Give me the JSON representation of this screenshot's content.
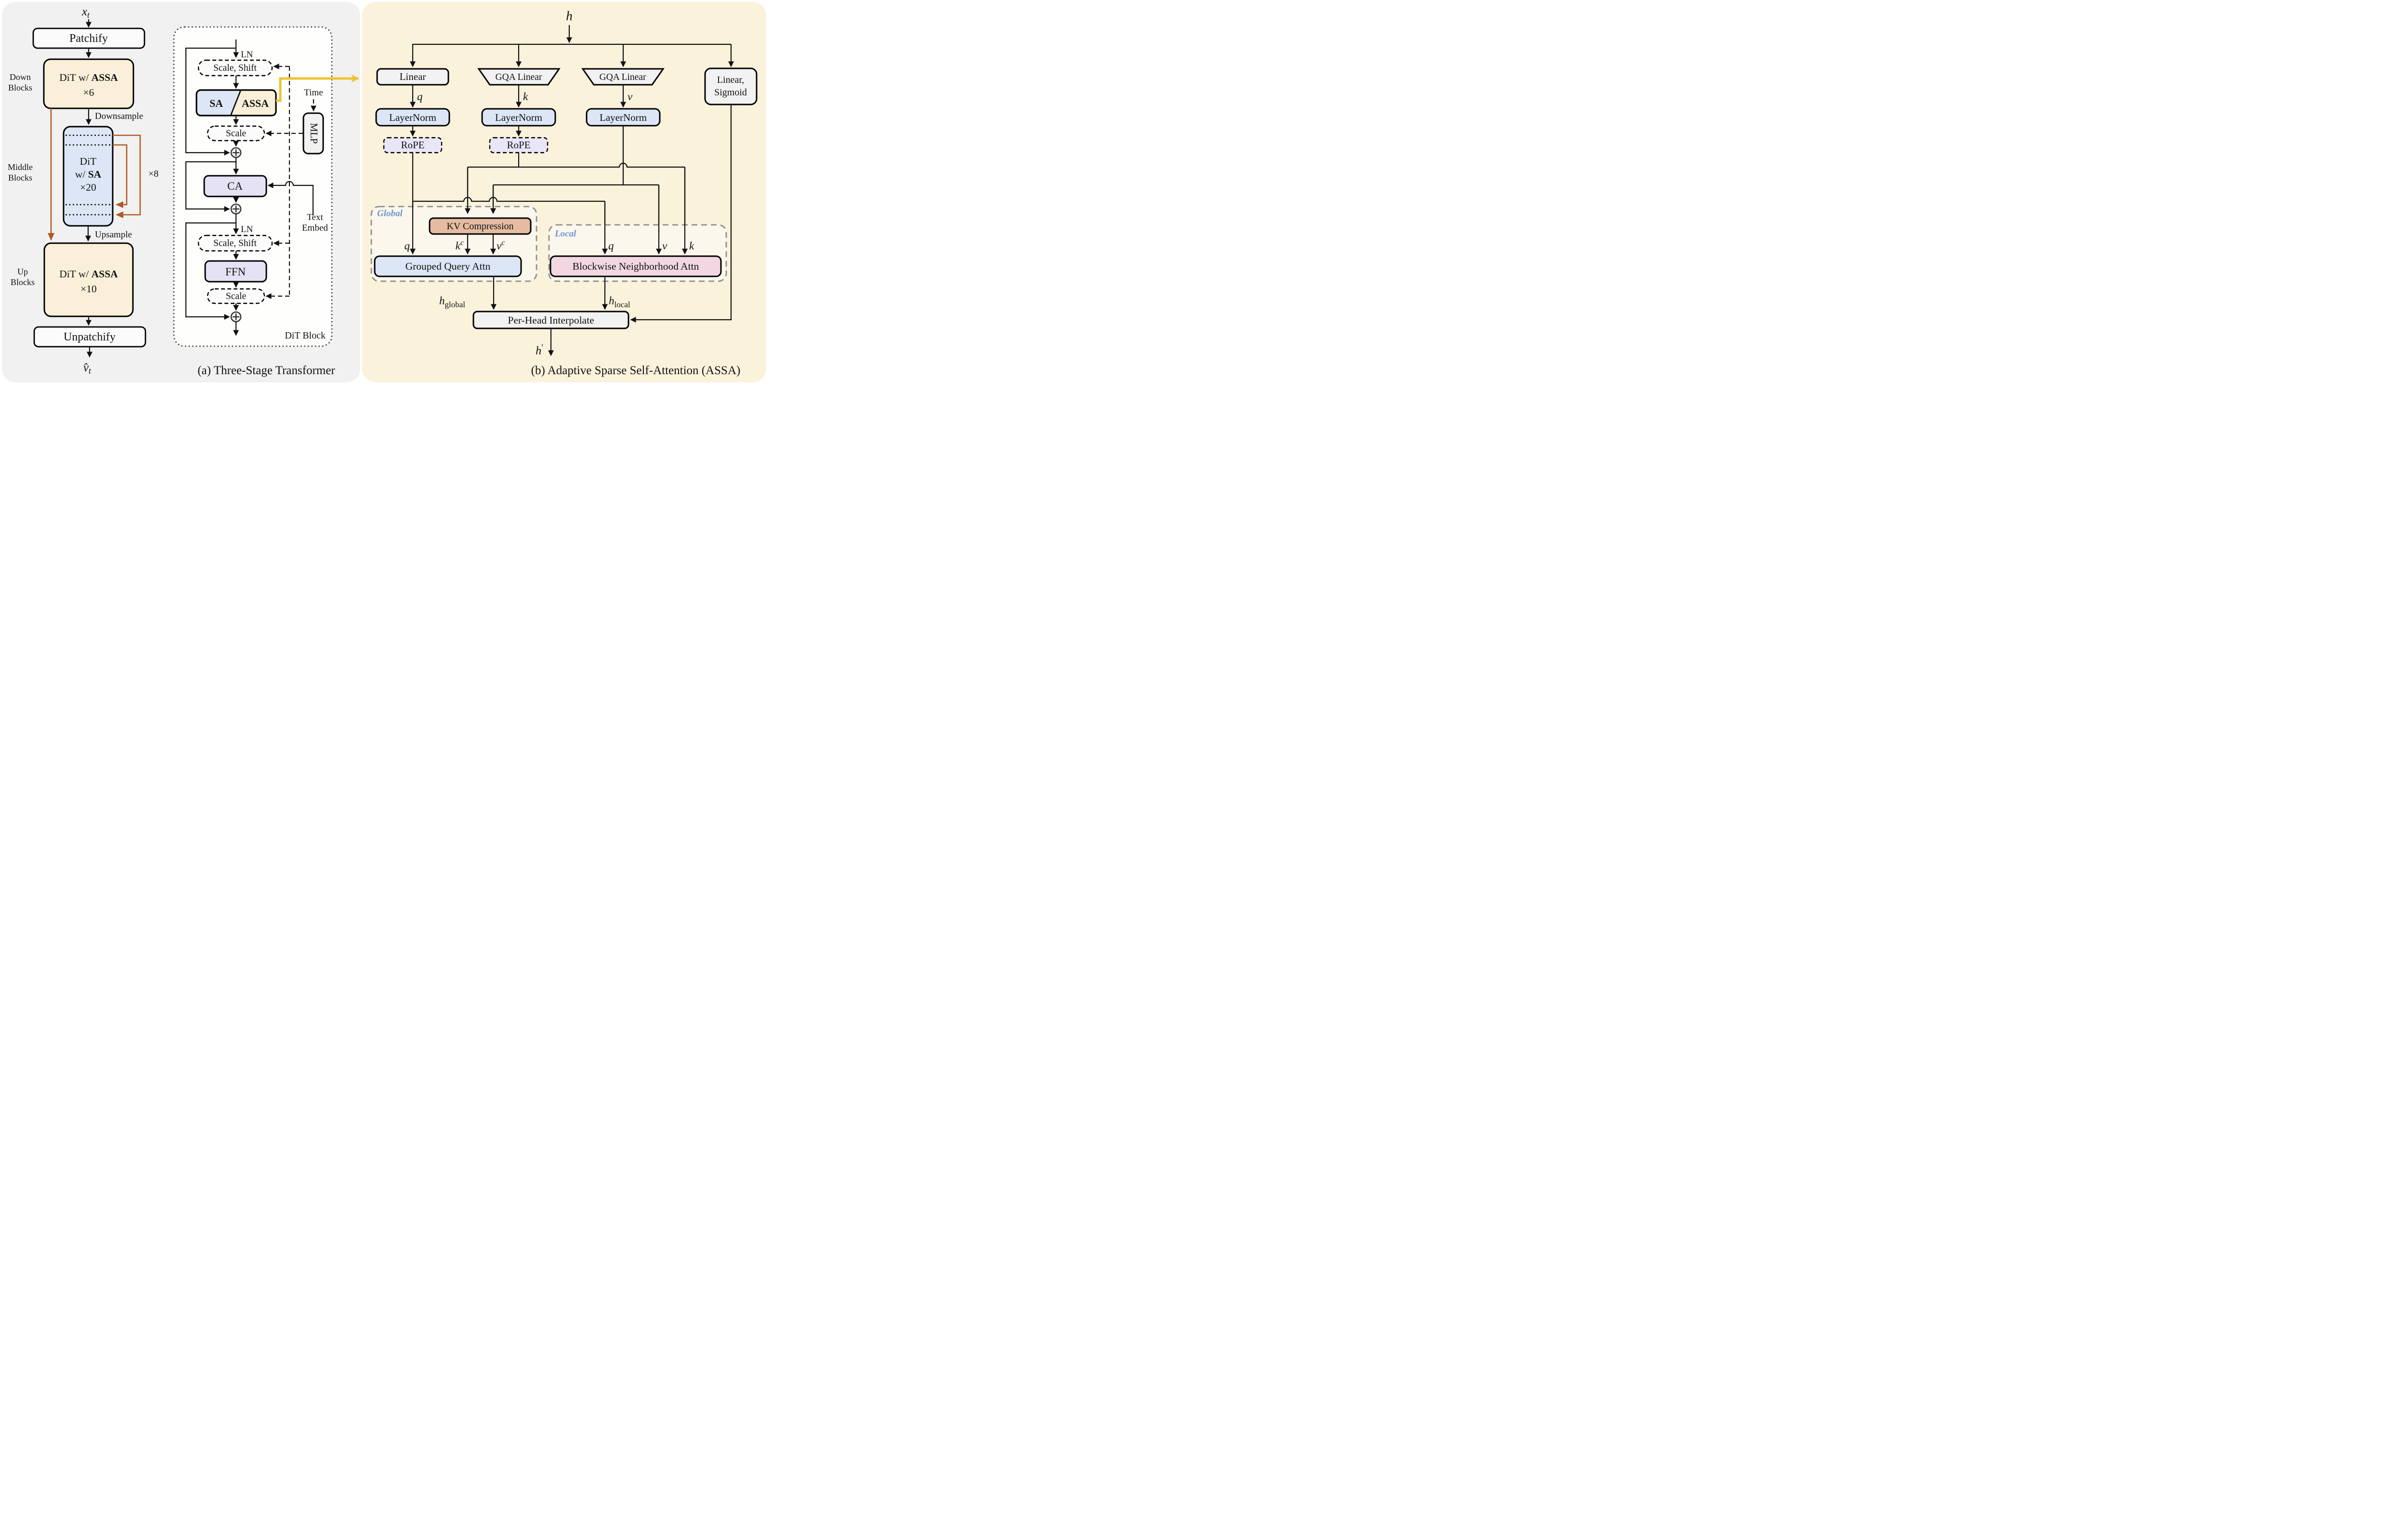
{
  "colors": {
    "panel_a_bg": "#F1F1F1",
    "panel_b_bg": "#FBF2DC",
    "cream_box": "#FAEFD9",
    "blue_box": "#DCE6F6",
    "lavender_box": "#E6E2F5",
    "rope_box": "#E9E6F8",
    "gray_box": "#F2F2F2",
    "white_box": "#FBFBFB",
    "tan_box": "#E5BCA2",
    "pink_box": "#F2D7E3",
    "inner_panel_bg": "#FBF7EC",
    "dit_inner_bg": "#FEFEFD",
    "dashed_gray": "#8F8F8F",
    "brown": "#B05A28",
    "yellow": "#F0C232",
    "label_blue": "#6D95D5"
  },
  "panel_a": {
    "caption": "(a) Three-Stage Transformer",
    "flow": {
      "input_base": "x",
      "input_sub": "t",
      "patchify": "Patchify",
      "down_blocks_label": [
        "Down",
        "Blocks"
      ],
      "down_block": {
        "prefix": "DiT w/ ",
        "bold": "ASSA",
        "count": "×6"
      },
      "downsample": "Downsample",
      "middle_blocks_label": [
        "Middle",
        "Blocks"
      ],
      "middle_block": {
        "line1": "DiT",
        "prefix": "w/ ",
        "bold": "SA",
        "count": "×20"
      },
      "loop_count": "×8",
      "upsample": "Upsample",
      "up_blocks_label": [
        "Up",
        "Blocks"
      ],
      "up_block": {
        "prefix": "DiT w/ ",
        "bold": "ASSA",
        "count": "×10"
      },
      "unpatchify": "Unpatchify",
      "output_base": "v̂",
      "output_sub": "t"
    },
    "dit_block": {
      "label": "DiT Block",
      "ln1": "LN",
      "scale_shift1": "Scale, Shift",
      "sa": "SA",
      "assa": "ASSA",
      "scale1": "Scale",
      "ca": "CA",
      "ln2": "LN",
      "scale_shift2": "Scale, Shift",
      "ffn": "FFN",
      "scale2": "Scale",
      "time": "Time",
      "mlp": "MLP",
      "text_embed": [
        "Text",
        "Embed"
      ]
    }
  },
  "panel_b": {
    "caption": "(b) Adaptive Sparse Self-Attention (ASSA)",
    "input": "h",
    "proj": {
      "linear": "Linear",
      "gqa_k": "GQA Linear",
      "gqa_v": "GQA Linear",
      "linear_sigmoid": [
        "Linear,",
        "Sigmoid"
      ]
    },
    "vars": {
      "q": "q",
      "k": "k",
      "v": "v"
    },
    "layernorm": "LayerNorm",
    "rope": "RoPE",
    "global": {
      "label": "Global",
      "kv_compression": "KV Compression",
      "q": "q",
      "kc_base": "k",
      "kc_sup": "c",
      "vc_base": "v",
      "vc_sup": "c",
      "gqa": "Grouped Query Attn",
      "h_base": "h",
      "h_sub": "global"
    },
    "local": {
      "label": "Local",
      "q": "q",
      "v": "v",
      "k": "k",
      "bna": "Blockwise Neighborhood Attn",
      "h_base": "h",
      "h_sub": "local"
    },
    "per_head_interpolate": "Per-Head Interpolate",
    "output_base": "h",
    "output_sup": "′"
  }
}
